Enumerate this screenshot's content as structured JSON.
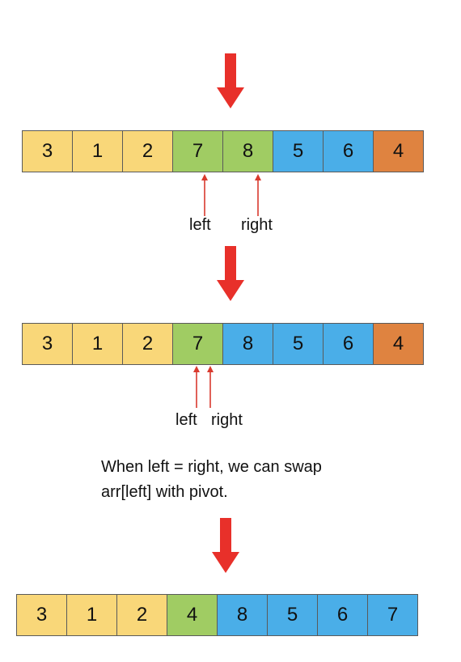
{
  "colors": {
    "yellow": "#f9d779",
    "green": "#a0cc63",
    "blue": "#4aaee8",
    "orange": "#df8340",
    "arrow": "#e8302a",
    "pointer": "#d93a2e"
  },
  "icons": {
    "step": "arrow-down-icon",
    "pointer": "arrow-up-icon"
  },
  "step1": {
    "cells": [
      {
        "value": "3",
        "color": "yellow"
      },
      {
        "value": "1",
        "color": "yellow"
      },
      {
        "value": "2",
        "color": "yellow"
      },
      {
        "value": "7",
        "color": "green"
      },
      {
        "value": "8",
        "color": "green"
      },
      {
        "value": "5",
        "color": "blue"
      },
      {
        "value": "6",
        "color": "blue"
      },
      {
        "value": "4",
        "color": "orange"
      }
    ],
    "left_label": "left",
    "right_label": "right"
  },
  "step2": {
    "cells": [
      {
        "value": "3",
        "color": "yellow"
      },
      {
        "value": "1",
        "color": "yellow"
      },
      {
        "value": "2",
        "color": "yellow"
      },
      {
        "value": "7",
        "color": "green"
      },
      {
        "value": "8",
        "color": "blue"
      },
      {
        "value": "5",
        "color": "blue"
      },
      {
        "value": "6",
        "color": "blue"
      },
      {
        "value": "4",
        "color": "orange"
      }
    ],
    "left_label": "left",
    "right_label": "right"
  },
  "note": {
    "line1": "When left = right, we can swap",
    "line2": "arr[left] with pivot."
  },
  "step3": {
    "cells": [
      {
        "value": "3",
        "color": "yellow"
      },
      {
        "value": "1",
        "color": "yellow"
      },
      {
        "value": "2",
        "color": "yellow"
      },
      {
        "value": "4",
        "color": "green"
      },
      {
        "value": "8",
        "color": "blue"
      },
      {
        "value": "5",
        "color": "blue"
      },
      {
        "value": "6",
        "color": "blue"
      },
      {
        "value": "7",
        "color": "blue"
      }
    ]
  }
}
